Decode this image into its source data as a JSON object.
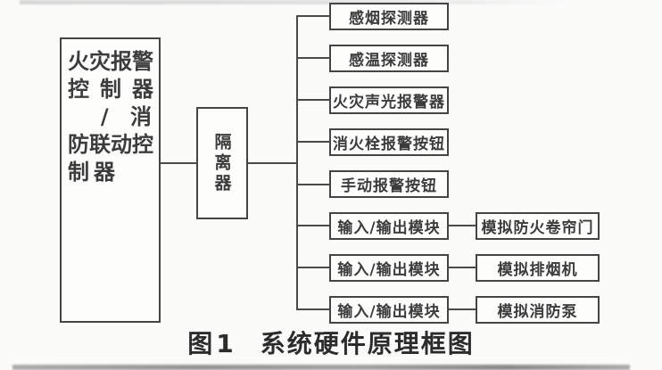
{
  "diagram": {
    "controller": {
      "label": "火灾报警控制器 / 消防联动控制器",
      "lines": [
        "火灾报警",
        "控 制 器",
        "/ 消",
        "防联动控",
        "制器"
      ]
    },
    "isolator": {
      "label": "隔离器"
    },
    "devices": [
      "感烟探测器",
      "感温探测器",
      "火灾声光报警器",
      "消火栓报警按钮",
      "手动报警按钮",
      "输入/输出模块",
      "输入/输出模块",
      "输入/输出模块"
    ],
    "outputs": [
      "模拟防火卷帘门",
      "模拟排烟机",
      "模拟消防泵"
    ]
  },
  "caption": {
    "figure_label": "图1",
    "title": "系统硬件原理框图"
  },
  "colors": {
    "line": "#4a4a4a",
    "box_border": "#454545",
    "text": "#3c3c3c",
    "caption_text": "#2c2c2c",
    "background": "#fbfbfa"
  }
}
